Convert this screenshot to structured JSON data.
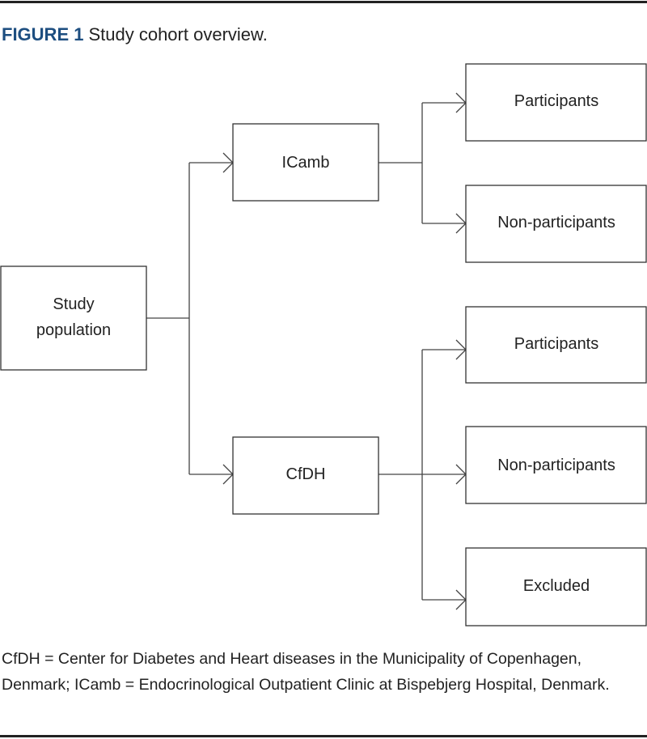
{
  "figure": {
    "label": "FIGURE 1",
    "title": "Study cohort overview."
  },
  "nodes": {
    "study_population": [
      "Study",
      "population"
    ],
    "icamb": "ICamb",
    "icamb_participants": "Participants",
    "icamb_nonparticipants": "Non-participants",
    "cfdh": "CfDH",
    "cfdh_participants": "Participants",
    "cfdh_nonparticipants": "Non-participants",
    "cfdh_excluded": "Excluded"
  },
  "caption": "CfDH = Center for Diabetes and Heart diseases in the Municipality of Copenhagen, Denmark; ICamb = Endocrinological Outpatient Clinic at Bispebjerg Hospital, Denmark."
}
